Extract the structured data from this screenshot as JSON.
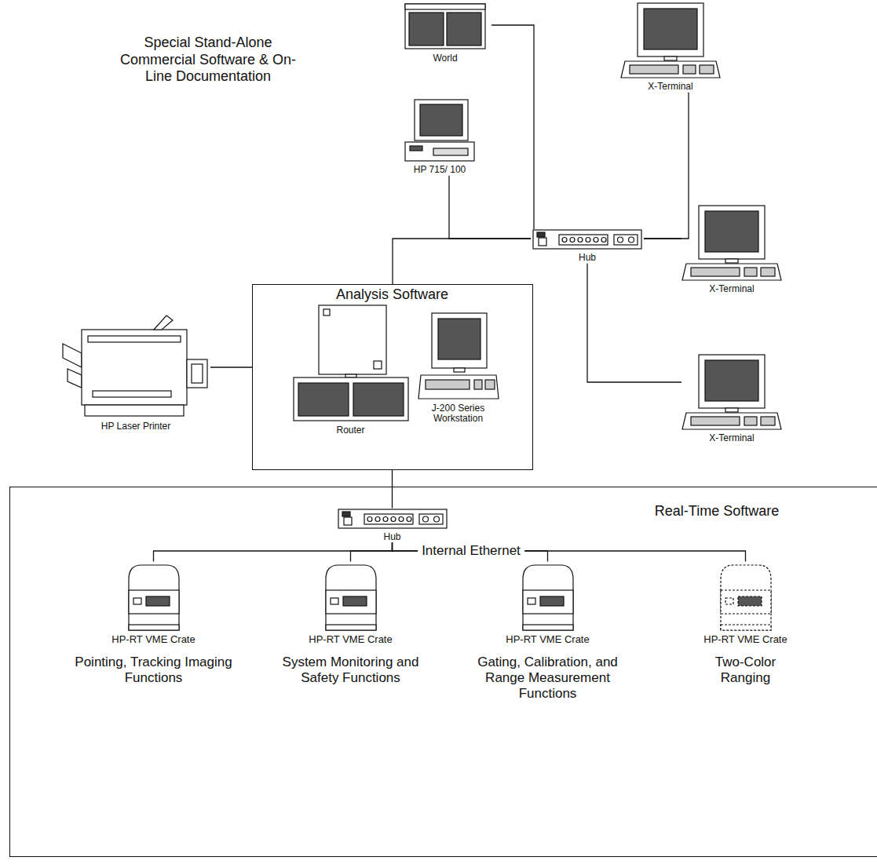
{
  "diagram": {
    "nodes": [
      {
        "text": [
          "World"
        ]
      },
      {
        "text": [
          "X-Terminal"
        ]
      },
      {
        "text": [
          "HP 715/ 100"
        ]
      },
      {
        "text": [
          "Hub"
        ]
      },
      {
        "text": [
          "X-Terminal"
        ]
      },
      {
        "text": [
          "Analysis Software"
        ]
      },
      {
        "text": [
          "Router"
        ],
        "in": 5
      },
      {
        "text": [
          "J-200 Series Workstation"
        ],
        "in": 5
      },
      {
        "text": [
          "HP Laser Printer"
        ]
      },
      {
        "text": [
          "X-Terminal"
        ]
      },
      {
        "text": [
          "Real-Time Software"
        ]
      },
      {
        "text": [
          "Hub"
        ],
        "in": 10
      },
      {
        "text": [
          "HP-RT VME Crate",
          "Pointing, Tracking Imaging Functions"
        ],
        "in": 10
      },
      {
        "text": [
          "HP-RT VME Crate",
          "System Monitoring and Safety Functions"
        ],
        "in": 10
      },
      {
        "text": [
          "HP-RT VME Crate",
          "Gating, Calibration, and Range Measurement Functions"
        ],
        "in": 10
      },
      {
        "text": [
          "HP-RT VME Crate",
          "Two-Color Ranging"
        ],
        "in": 10
      }
    ],
    "edges": [
      {
        "from": 0,
        "to": 3,
        "arrow": "none"
      },
      {
        "from": 3,
        "to": 1,
        "arrow": "none"
      },
      {
        "from": 3,
        "to": 4,
        "arrow": "none"
      },
      {
        "from": 3,
        "to": 9,
        "arrow": "none"
      },
      {
        "from": 2,
        "to": 3,
        "arrow": "none"
      },
      {
        "from": 5,
        "to": 3,
        "arrow": "none"
      },
      {
        "from": 8,
        "to": 5,
        "arrow": "none"
      },
      {
        "from": 5,
        "to": 11,
        "arrow": "none"
      },
      {
        "from": 11,
        "to": 12,
        "arrow": "none"
      },
      {
        "from": 11,
        "to": 13,
        "arrow": "none"
      },
      {
        "from": 11,
        "to": 14,
        "arrow": "none"
      },
      {
        "from": 11,
        "to": 15,
        "arrow": "none"
      }
    ],
    "labels": [
      "Special Stand-Alone Commercial Software & On-Line Documentation",
      "Internal Ethernet"
    ]
  }
}
